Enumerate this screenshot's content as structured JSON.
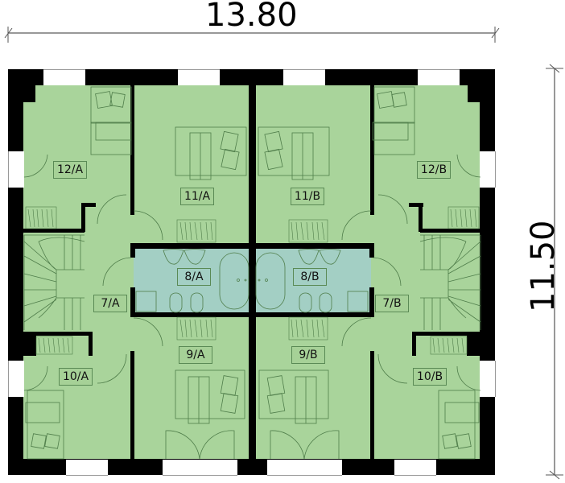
{
  "dimensions": {
    "width_label": "13.80",
    "height_label": "11.50"
  },
  "rooms": {
    "r12a": "12/A",
    "r11a": "11/A",
    "r11b": "11/B",
    "r12b": "12/B",
    "r8a": "8/A",
    "r8b": "8/B",
    "r7a": "7/A",
    "r7b": "7/B",
    "r9a": "9/A",
    "r9b": "9/B",
    "r10a": "10/A",
    "r10b": "10/B"
  },
  "colors": {
    "floor": "#a9d49b",
    "bathroom": "#a3cfc4",
    "wall": "#000000"
  }
}
